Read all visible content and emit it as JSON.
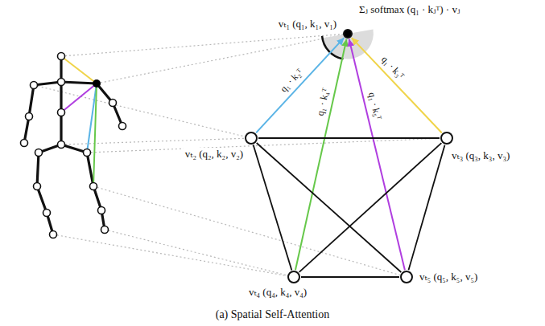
{
  "diagram": {
    "caption": "(a) Spatial Self-Attention",
    "nodes": [
      {
        "text": [
          "vₜ₁ (q₁, k₁, v₁)"
        ]
      },
      {
        "text": [
          "vₜ₂ (q₂, k₂, v₂)"
        ]
      },
      {
        "text": [
          "vₜ₃ (q₃, k₃, v₃)"
        ]
      },
      {
        "text": [
          "vₜ₄ (q₄, k₄, v₄)"
        ]
      },
      {
        "text": [
          "vₜ₅ (q₅, k₅, v₅)"
        ]
      }
    ],
    "edges": [
      {
        "from": 1,
        "to": 0,
        "arrow": "to",
        "label": "q₁ · k₂ᵀ"
      },
      {
        "from": 3,
        "to": 0,
        "arrow": "to",
        "label": "q₁ · k₄ᵀ"
      },
      {
        "from": 4,
        "to": 0,
        "arrow": "to",
        "label": "q₁ · k₅ᵀ"
      },
      {
        "from": 2,
        "to": 0,
        "arrow": "to",
        "label": "q₁ · k₃ᵀ"
      },
      {
        "from": 1,
        "to": 2,
        "arrow": "none"
      },
      {
        "from": 1,
        "to": 3,
        "arrow": "none"
      },
      {
        "from": 1,
        "to": 4,
        "arrow": "none"
      },
      {
        "from": 2,
        "to": 3,
        "arrow": "none"
      },
      {
        "from": 2,
        "to": 4,
        "arrow": "none"
      },
      {
        "from": 3,
        "to": 4,
        "arrow": "none"
      }
    ],
    "labels": [
      "Σⱼ softmax (q₁ · kⱼᵀ) · vⱼ"
    ]
  }
}
